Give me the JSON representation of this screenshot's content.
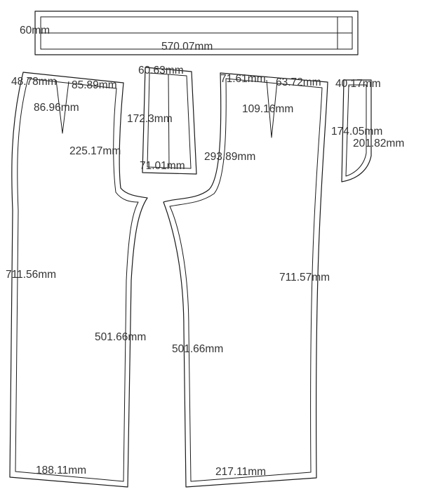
{
  "labels": {
    "waistband_height": "60mm",
    "waistband_length": "570.07mm",
    "front_waist_left": "48.78mm",
    "front_waist_right": "85.89mm",
    "front_dart": "86.96mm",
    "front_crotch": "225.17mm",
    "front_side": "711.56mm",
    "front_inseam": "501.66mm",
    "front_hem": "188.11mm",
    "fly_top": "60.63mm",
    "fly_side": "172.3mm",
    "fly_bottom": "71.01mm",
    "back_waist_left": "71.61mm",
    "back_waist_right": "63.72mm",
    "back_dart": "109.16mm",
    "back_crotch": "293.89mm",
    "back_side": "711.57mm",
    "back_inseam": "501.66mm",
    "back_hem": "217.11mm",
    "facing_top": "40.17mm",
    "facing_side": "174.05mm",
    "facing_curve": "201.82mm"
  }
}
